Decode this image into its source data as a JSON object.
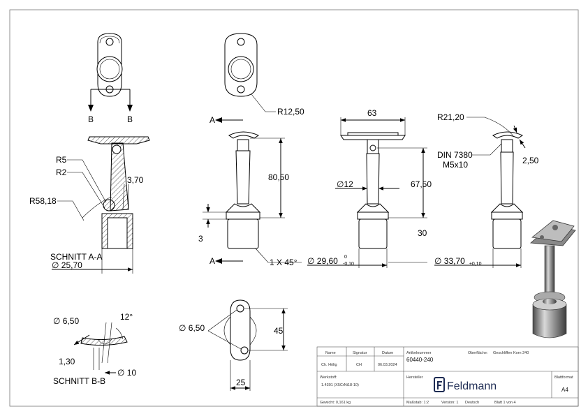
{
  "drawing": {
    "dims": {
      "r12_50": "R12,50",
      "d63": "63",
      "r21_20": "R21,20",
      "din": "DIN 7380",
      "m5x10": "M5x10",
      "d2_50": "2,50",
      "r5": "R5",
      "r2": "R2",
      "d3_70": "3,70",
      "r58_18": "R58,18",
      "d80_50": "80,50",
      "d67_50": "67,50",
      "d12": "∅12",
      "d30": "30",
      "d3": "3",
      "chamfer": "1 X 45°",
      "d29_60": "∅ 29,60",
      "tol_up": "0",
      "tol_down": "-0,10",
      "d33_70": "∅ 33,70",
      "tol_pm": "±0,10",
      "d25_70": "∅ 25,70",
      "d6_50_a": "∅ 6,50",
      "ang12": "12°",
      "d1_30": "1,30",
      "d10": "∅ 10",
      "d6_50_b": "∅ 6,50",
      "d45": "45",
      "d25": "25"
    },
    "labels": {
      "section_b_left": "B",
      "section_b_right": "B",
      "section_a_top": "A",
      "section_a_bottom": "A",
      "schnitt_aa": "SCHNITT A-A",
      "schnitt_bb": "SCHNITT B-B"
    }
  },
  "title_block": {
    "name_h": "Name",
    "signatur_h": "Signatur",
    "datum_h": "Datum",
    "name_v": "Ch. Hölig",
    "signatur_v": "CH",
    "datum_v": "06.03.2024",
    "artikel_h": "Artikelnummer",
    "artikel_v": "60440-240",
    "oberflaeche_h": "Oberfläche:",
    "oberflaeche_v": "Geschliffen Korn 240",
    "werkstoff_h": "Werkstoff:",
    "werkstoff_v": "1.4301 (X5CrNi18-10)",
    "hersteller_h": "Hersteller",
    "brand": "Feldmann",
    "blattformat_h": "Blattformat",
    "blattformat_v": "A4",
    "gewicht": "Gewicht: 0,161 kg",
    "massstab": "Maßstab: 1:2",
    "version": "Version: 1",
    "sprache": "Deutsch",
    "blatt": "Blatt 1 von 4"
  }
}
